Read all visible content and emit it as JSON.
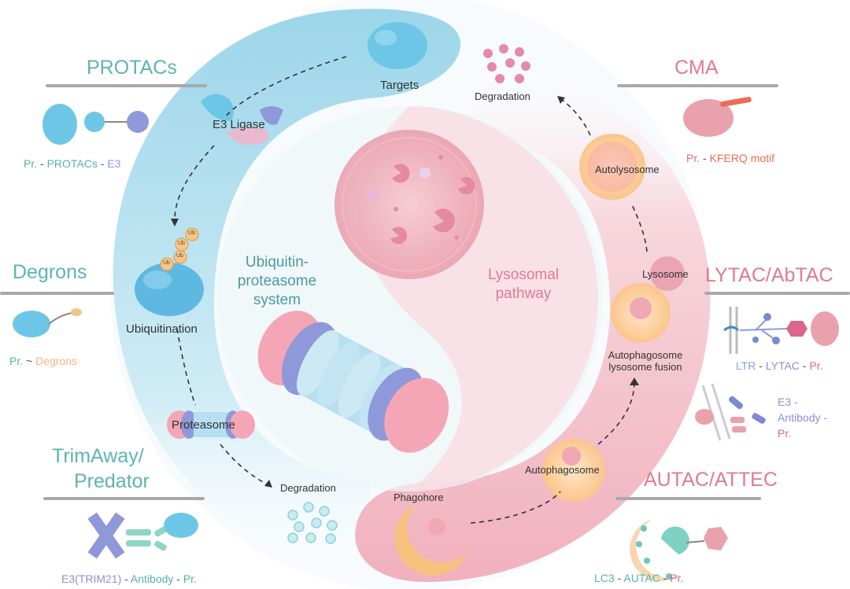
{
  "sections": {
    "protacs": {
      "title": "PROTACs",
      "caption": [
        "Pr.",
        " - ",
        "PROTACs",
        " - ",
        "E3"
      ]
    },
    "degrons": {
      "title": "Degrons",
      "caption": [
        "Pr.",
        " ~ ",
        "Degrons"
      ]
    },
    "trimaway": {
      "title_line1": "TrimAway/",
      "title_line2": "Predator",
      "caption": [
        "E3(TRIM21)",
        " - ",
        "Antibody",
        " - ",
        "Pr."
      ]
    },
    "cma": {
      "title": "CMA",
      "caption": [
        "Pr.",
        " - ",
        "KFERQ motif"
      ]
    },
    "lytac": {
      "title": "LYTAC/AbTAC",
      "caption": [
        "LTR",
        " - ",
        "LYTAC",
        " - ",
        "Pr."
      ],
      "caption2_lines": [
        "E3 -",
        "Antibody -",
        "Pr."
      ]
    },
    "autac": {
      "title": "AUTAC/ATTEC",
      "caption": [
        "LC3",
        " - ",
        "AUTAC",
        " - ",
        "Pr."
      ]
    }
  },
  "center": {
    "ups_lines": [
      "Ubiquitin-",
      "proteasome",
      "system"
    ],
    "lyso_lines": [
      "Lysosomal",
      "pathway"
    ]
  },
  "steps": {
    "targets": "Targets",
    "e3_ligase": "E3 Ligase",
    "ub": "Ub",
    "ubiquitination": "Ubiquitination",
    "proteasome": "Proteasome",
    "degradation_left": "Degradation",
    "degradation_right": "Degradation",
    "autolysosome": "Autolysosome",
    "lysosome": "Lysosome",
    "fusion_line1": "Autophagosome",
    "fusion_line2": "lysosome fusion",
    "autophagosome": "Autophagosome",
    "phagophore": "Phagohore"
  },
  "colors": {
    "teal_title": "#5fb3b3",
    "pink_title": "#e07a93",
    "blue_band": "#a9d8ea",
    "pink_band": "#f3b4c0",
    "protein_blue": "#6ec6e6",
    "lysosome_pink": "#e9a1ad",
    "proteasome_purple": "#8f98d8",
    "autophagosome_orange": "#fbc58c"
  }
}
